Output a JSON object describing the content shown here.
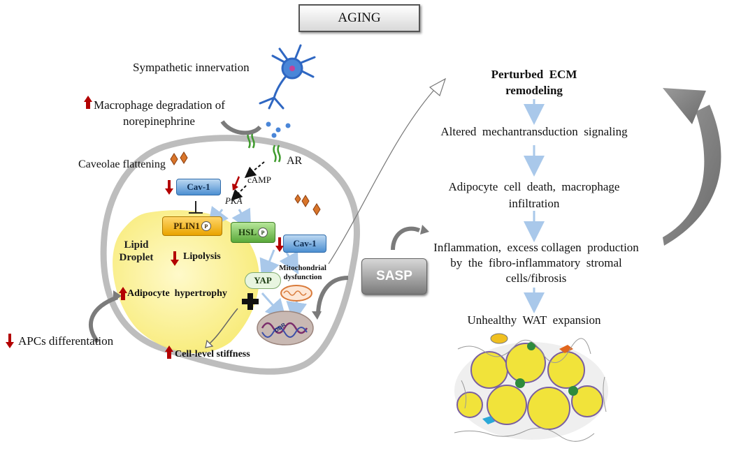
{
  "title": "AGING",
  "left": {
    "sympathetic": "Sympathetic innervation",
    "macrophage_line1": "Macrophage degradation of",
    "macrophage_line2": "norepinephrine",
    "caveolae": "Caveolae flattening",
    "ar": "AR",
    "camp": "cAMP",
    "pka": "PKA",
    "cav1_a": "Cav-1",
    "cav1_b": "Cav-1",
    "plin1": "PLIN1",
    "hsl": "HSL",
    "p": "P",
    "lipid_line1": "Lipid",
    "lipid_line2": "Droplet",
    "lipolysis": "Lipolysis",
    "yap": "YAP",
    "mito_line1": "Mitochondrial",
    "mito_line2": "dysfunction",
    "hypertrophy": "Adipocyte  hypertrophy",
    "ddr": "DDR",
    "stiffness": "Cell-level stiffness",
    "apcs": "APCs differentation"
  },
  "sasp": "SASP",
  "right": {
    "step1_line1": "Perturbed  ECM",
    "step1_line2": "remodeling",
    "step2": "Altered  mechantransduction  signaling",
    "step3_line1": "Adipocyte  cell  death,  macrophage",
    "step3_line2": "infiltration",
    "step4_line1": "Inflammation,  excess collagen  production",
    "step4_line2": "by  the  fibro-inflammatory  stromal",
    "step4_line3": "cells/fibrosis",
    "step5": "Unhealthy  WAT  expansion"
  },
  "colors": {
    "up_down_arrow": "#b30000",
    "flow_arrow": "#a9c8ea",
    "lipid": "#fbf28a",
    "cav": "#4d8fd1",
    "plin": "#e9a300",
    "hsl": "#5aa93a",
    "receptor": "#3f9b2d",
    "diamond": "#d9752a"
  }
}
